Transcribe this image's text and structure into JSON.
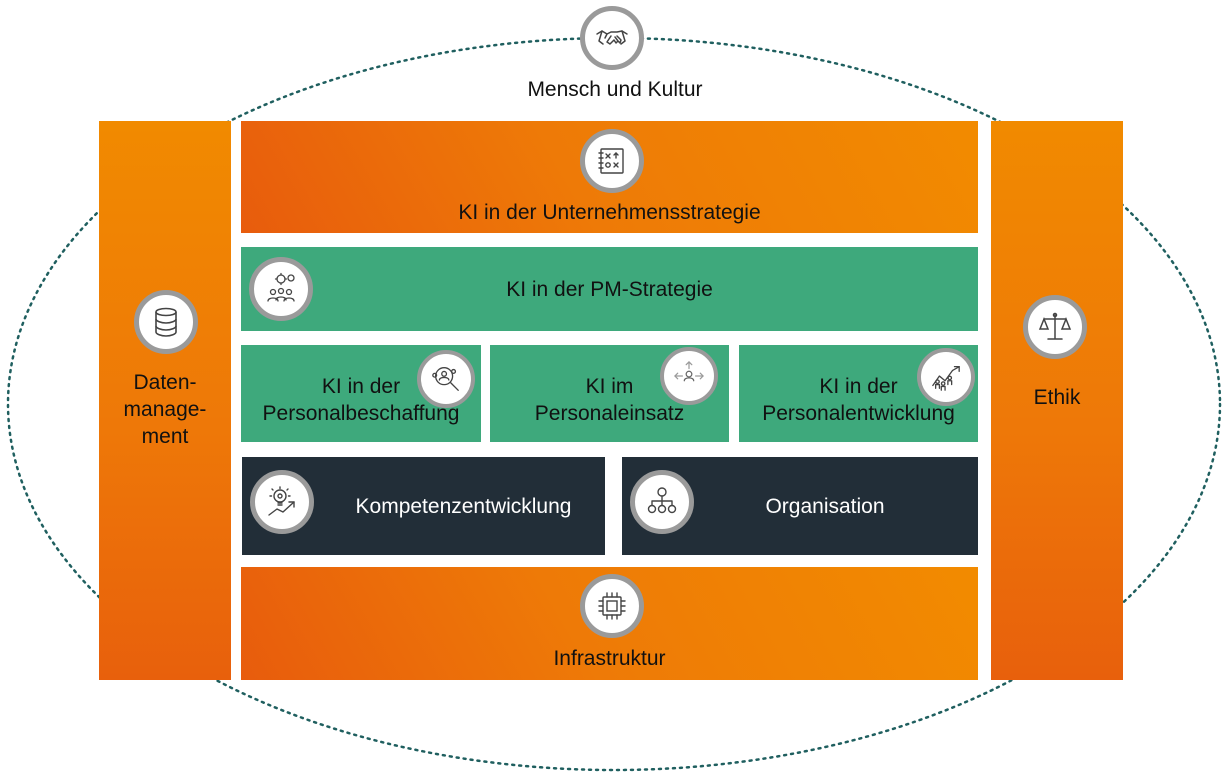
{
  "outer": {
    "label": "Mensch und Kultur",
    "icon": "handshake-icon"
  },
  "left_pillar": {
    "label": "Daten-\nmanage-\nment",
    "icon": "database-icon"
  },
  "right_pillar": {
    "label": "Ethik",
    "icon": "scales-icon"
  },
  "strategy": {
    "label": "KI in der Unternehmensstrategie",
    "icon": "strategy-board-icon"
  },
  "pm_strategy": {
    "label": "KI in der PM-Strategie",
    "icon": "team-gears-icon"
  },
  "hr_functions": [
    {
      "label": "KI in der\nPersonalbeschaffung",
      "icon": "recruiting-search-icon"
    },
    {
      "label": "KI im\nPersonaleinsatz",
      "icon": "deployment-arrows-icon"
    },
    {
      "label": "KI in der\nPersonalentwicklung",
      "icon": "growth-people-icon"
    }
  ],
  "competence": {
    "label": "Kompetenzentwicklung",
    "icon": "lightbulb-growth-icon"
  },
  "organisation": {
    "label": "Organisation",
    "icon": "org-chart-icon"
  },
  "infrastructure": {
    "label": "Infrastruktur",
    "icon": "chip-icon"
  },
  "colors": {
    "orange": "#ee7a07",
    "green": "#3ea97c",
    "dark": "#222e38",
    "icon_ring": "#9a9a9a",
    "ellipse": "#1f5f5f"
  }
}
